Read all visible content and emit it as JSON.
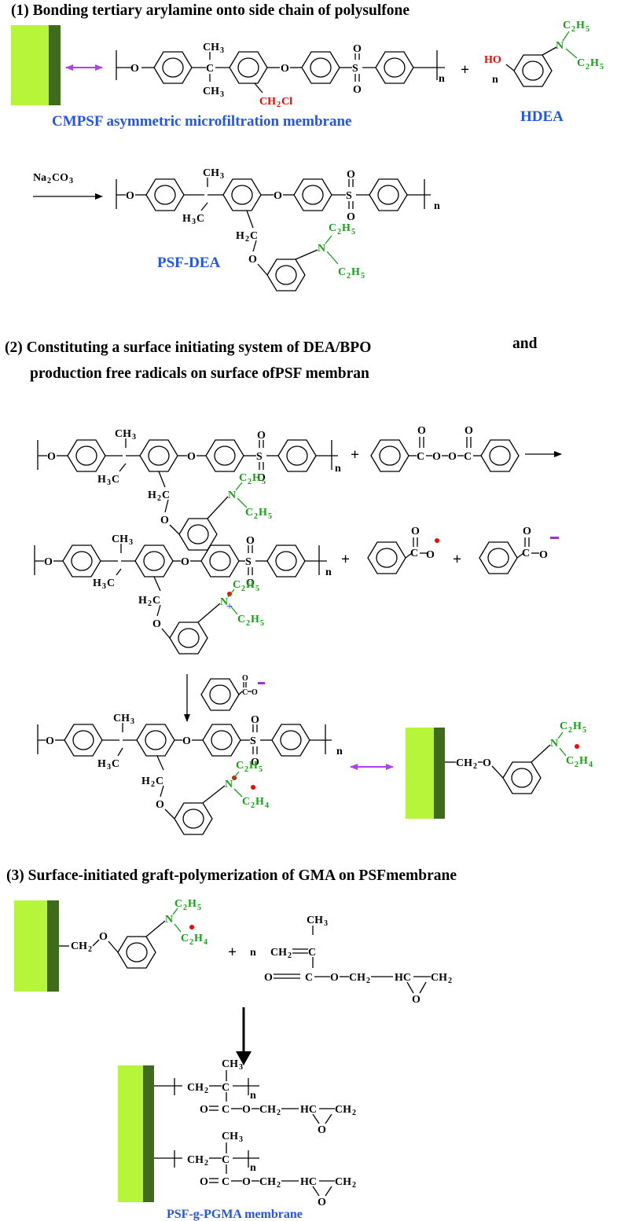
{
  "colors": {
    "membrane_light": "#b6f53a",
    "membrane_dark": "#3f6b1c",
    "ethyl_green": "#16a016",
    "highlight_red": "#ff0000",
    "label_blue": "#2255ee",
    "double_arrow_purple": "#b040f0",
    "charge_purple": "#a030d0"
  },
  "sections": {
    "s1_title": "(1) Bonding tertiary arylamine onto side chain of polysulfone",
    "s2_title_line1": "(2) Constituting a surface initiating system of DEA/BPO",
    "s2_title_and": "and",
    "s2_title_line2": "production free radicals on surface ofPSF membran",
    "s3_title": "(3) Surface-initiated graft-polymerization of GMA on PSFmembrane"
  },
  "labels": {
    "cmpsf": "CMPSF asymmetric microfiltration membrane",
    "hdea": "HDEA",
    "psf_dea": "PSF-DEA",
    "final": "PSF-g-PGMA membrane"
  },
  "reagents": {
    "base": "Na",
    "base_sub": "2",
    "base_tail": "CO",
    "base_sub2": "3"
  },
  "atoms": {
    "O": "O",
    "S": "S",
    "N": "N",
    "C": "C",
    "n": "n",
    "plus": "+",
    "CH": "CH",
    "CH2": "CH",
    "sub2": "2",
    "sub3": "3",
    "sub4": "4",
    "sub5": "5",
    "HO": "HO",
    "Cl": "Cl",
    "H": "H",
    "HC": "HC",
    "minus": "−"
  }
}
